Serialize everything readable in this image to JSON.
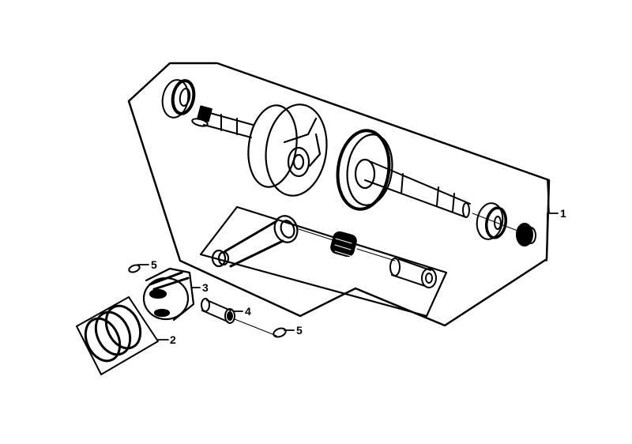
{
  "diagram": {
    "type": "exploded-parts-diagram",
    "subject": "crankshaft, connecting rod and piston assembly",
    "colors": {
      "line": "#000000",
      "background": "#ffffff"
    },
    "callouts": [
      {
        "id": "1",
        "label": "1",
        "part": "crankshaft assembly (boxed group)"
      },
      {
        "id": "2",
        "label": "2",
        "part": "piston ring set"
      },
      {
        "id": "3",
        "label": "3",
        "part": "piston"
      },
      {
        "id": "4",
        "label": "4",
        "part": "piston pin"
      },
      {
        "id": "5a",
        "label": "5",
        "part": "piston pin clip (left)"
      },
      {
        "id": "5b",
        "label": "5",
        "part": "piston pin clip (right)"
      }
    ]
  }
}
